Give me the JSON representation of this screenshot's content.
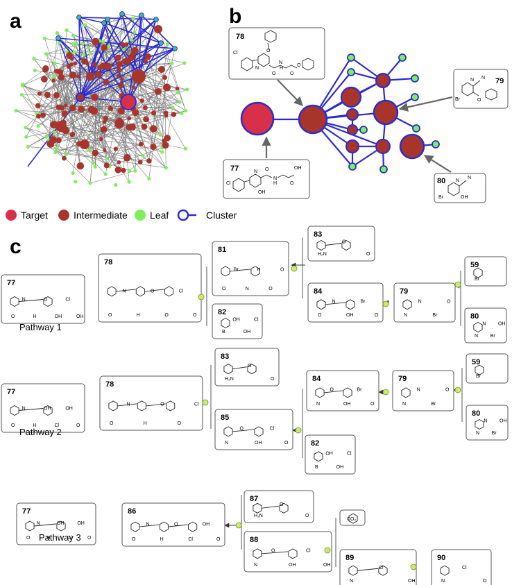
{
  "panels": {
    "a": "a",
    "b": "b",
    "c": "c"
  },
  "legend": {
    "target": "Target",
    "intermediate": "Intermediate",
    "leaf": "Leaf",
    "cluster": "Cluster"
  },
  "colors": {
    "target": "#d9304a",
    "intermediate": "#a8352c",
    "leaf": "#7cf05a",
    "cluster": "#2b2bd4",
    "edge": "#777777",
    "node_yellow": "#c8ee6a"
  },
  "panel_b": {
    "compounds": [
      {
        "id": "78",
        "atoms": [
          "Cl",
          "N",
          "O",
          "N",
          "O",
          "H",
          "O",
          "O"
        ]
      },
      {
        "id": "79",
        "atoms": [
          "N",
          "N",
          "Br",
          "O"
        ]
      },
      {
        "id": "77",
        "atoms": [
          "N",
          "N",
          "O",
          "OH",
          "H",
          "O",
          "Cl",
          "OH"
        ]
      },
      {
        "id": "80",
        "atoms": [
          "N",
          "N",
          "Br",
          "OH"
        ]
      }
    ]
  },
  "pathways": [
    {
      "label": "Pathway 1",
      "compounds": [
        {
          "id": "77",
          "atoms": [
            "O",
            "N",
            "H",
            "O",
            "OH",
            "Cl",
            "OH"
          ]
        },
        {
          "id": "78",
          "atoms": [
            "O",
            "N",
            "H",
            "O",
            "O",
            "Cl",
            "O"
          ]
        },
        {
          "id": "81",
          "atoms": [
            "O",
            "Br",
            "N",
            "H",
            "O",
            "O"
          ]
        },
        {
          "id": "82",
          "atoms": [
            "B",
            "OH",
            "OH",
            "Cl"
          ]
        },
        {
          "id": "83",
          "atoms": [
            "H₂N",
            "O",
            "O"
          ]
        },
        {
          "id": "84",
          "atoms": [
            "O",
            "N",
            "OH",
            "Br",
            "O"
          ]
        },
        {
          "id": "79",
          "atoms": [
            "N",
            "N",
            "Br",
            "O"
          ]
        },
        {
          "id": "59",
          "atoms": [
            "Br"
          ]
        },
        {
          "id": "80",
          "atoms": [
            "N",
            "N",
            "Br",
            "OH"
          ]
        }
      ]
    },
    {
      "label": "Pathway 2",
      "compounds": [
        {
          "id": "77",
          "atoms": [
            "O",
            "N",
            "H",
            "OH",
            "Cl",
            "OH",
            "O"
          ]
        },
        {
          "id": "78",
          "atoms": [
            "O",
            "N",
            "H",
            "O",
            "O",
            "Cl"
          ]
        },
        {
          "id": "83",
          "atoms": [
            "H₂N",
            "O",
            "O"
          ]
        },
        {
          "id": "85",
          "atoms": [
            "N",
            "O",
            "OH",
            "Cl",
            "O"
          ]
        },
        {
          "id": "84",
          "atoms": [
            "N",
            "O",
            "OH",
            "Br",
            "O"
          ]
        },
        {
          "id": "82",
          "atoms": [
            "B",
            "OH",
            "OH",
            "Cl"
          ]
        },
        {
          "id": "79",
          "atoms": [
            "N",
            "N",
            "Br",
            "O"
          ]
        },
        {
          "id": "59",
          "atoms": [
            "Br"
          ]
        },
        {
          "id": "80",
          "atoms": [
            "N",
            "N",
            "Br",
            "OH"
          ]
        }
      ]
    },
    {
      "label": "Pathway 3",
      "compounds": [
        {
          "id": "77",
          "atoms": [
            "O",
            "N",
            "H",
            "OH",
            "Cl",
            "OH",
            "O"
          ]
        },
        {
          "id": "86",
          "atoms": [
            "O",
            "N",
            "H",
            "O",
            "Cl",
            "OH",
            "O"
          ]
        },
        {
          "id": "87",
          "atoms": [
            "H₂N",
            "O",
            "O"
          ]
        },
        {
          "id": "88",
          "atoms": [
            "N",
            "O",
            "OH",
            "Cl",
            "OH"
          ]
        },
        {
          "id": "CO2",
          "atoms": [
            "CO₂"
          ]
        },
        {
          "id": "89",
          "atoms": [
            "N",
            "Cl",
            "OH"
          ]
        },
        {
          "id": "90",
          "atoms": [
            "N",
            "Cl",
            "O"
          ]
        }
      ]
    }
  ]
}
